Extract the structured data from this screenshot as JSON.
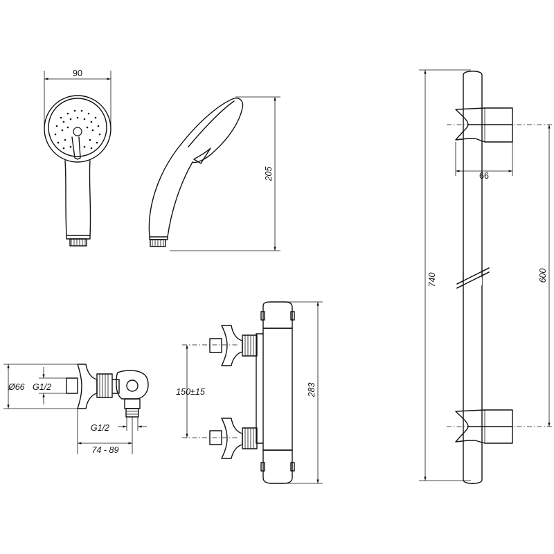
{
  "dimensions": {
    "hand_shower_width": "90",
    "hand_shower_height": "205",
    "bracket_width": "66",
    "rail_length": "740",
    "bracket_spacing": "600",
    "body_height": "283",
    "inlet_spacing": "150±15",
    "eccentric_diameter": "Ø66",
    "thread_inlet": "G1/2",
    "thread_outlet": "G1/2",
    "eccentric_reach": "74 - 89"
  },
  "colors": {
    "line": "#111111",
    "background": "#ffffff"
  }
}
